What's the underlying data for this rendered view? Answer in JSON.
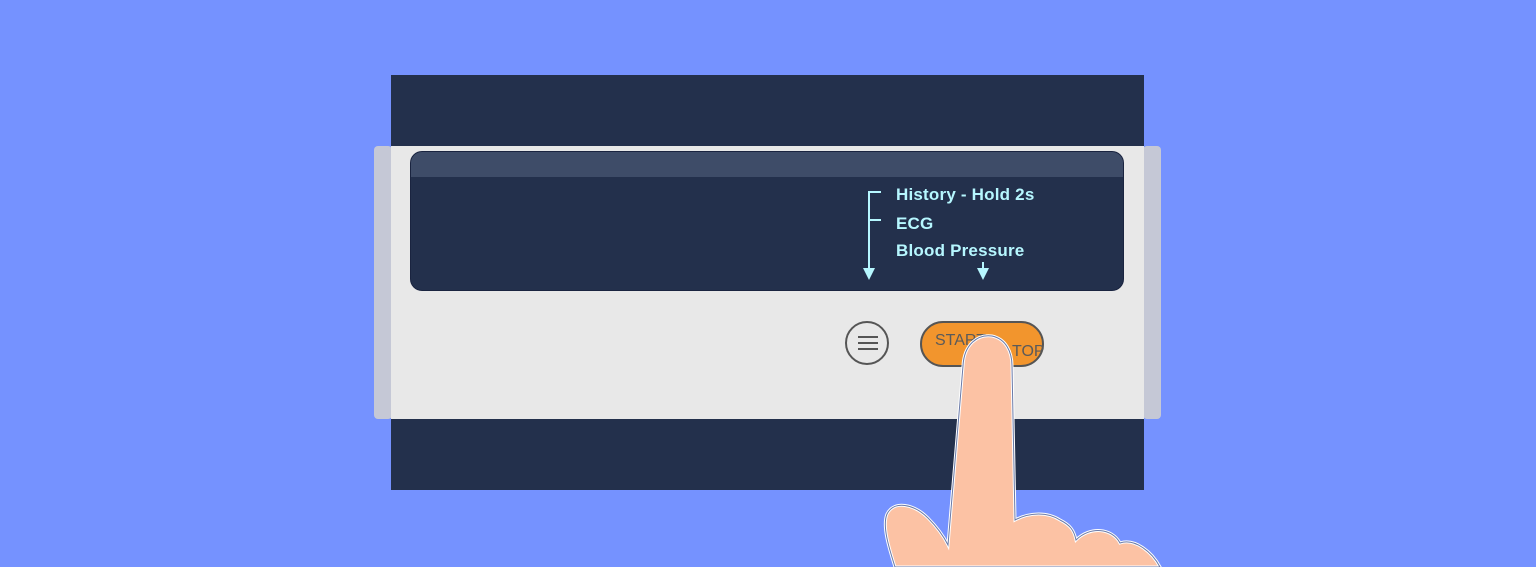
{
  "device": {
    "screen": {
      "menu_items": [
        "History - Hold 2s",
        "ECG",
        "Blood Pressure"
      ]
    },
    "buttons": {
      "menu_icon": "hamburger-menu-icon",
      "start_stop_label": "START / STOP",
      "start_stop_visible_left": "START",
      "start_stop_visible_right": "TOP"
    }
  },
  "colors": {
    "background": "#7592ff",
    "device_dark": "#23304c",
    "device_light": "#e8e8e8",
    "screen_text": "#b6f7ff",
    "start_button": "#f2952d",
    "finger": "#fcc2a4"
  }
}
